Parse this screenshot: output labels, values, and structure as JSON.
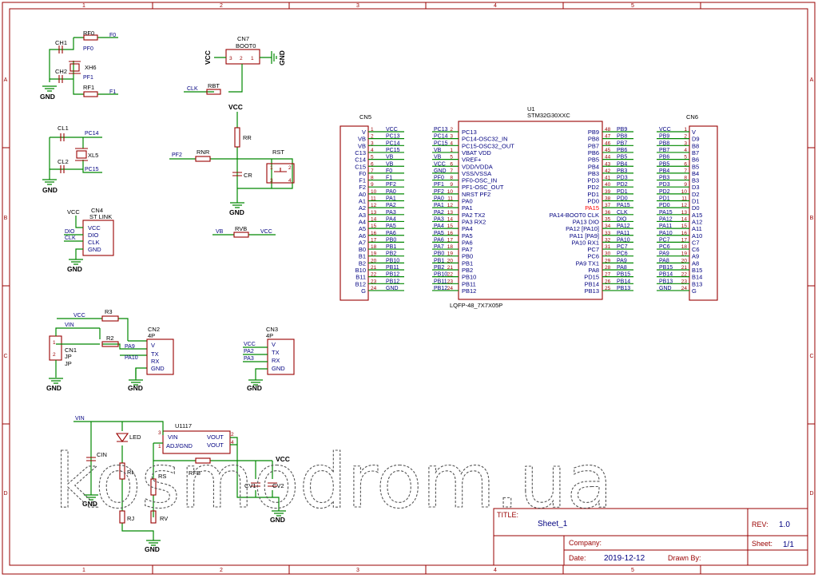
{
  "frame": {
    "columns": [
      "1",
      "2",
      "3",
      "4",
      "5"
    ],
    "rows": [
      "A",
      "B",
      "C",
      "D"
    ]
  },
  "title_block": {
    "title_label": "TITLE:",
    "title": "Sheet_1",
    "rev_label": "REV:",
    "rev": "1.0",
    "company_label": "Company:",
    "company": "",
    "sheet_label": "Sheet:",
    "sheet": "1/1",
    "date_label": "Date:",
    "date": "2019-12-12",
    "drawn_label": "Drawn By:",
    "drawn": ""
  },
  "watermark": "kosmodrom.ua",
  "crystal": {
    "refs": [
      "RF0",
      "CH1",
      "XH6",
      "CH2",
      "RF1"
    ],
    "nets": [
      "F0",
      "F1",
      "PF0",
      "PF1"
    ],
    "gnd": "GND"
  },
  "crystal32": {
    "refs": [
      "CL1",
      "XL5",
      "CL2"
    ],
    "nets": [
      "PC14",
      "PC15"
    ],
    "gnd": "GND"
  },
  "boot": {
    "ref": "CN7",
    "name": "BOOT0",
    "pins": [
      "3",
      "2",
      "1"
    ],
    "vcc": "VCC",
    "gnd": "GND",
    "res": "RBT",
    "net": "CLK"
  },
  "reset": {
    "vcc": "VCC",
    "rr": "RR",
    "cr": "CR",
    "rnr": "RNR",
    "net": "PF2",
    "button": "RST",
    "pins": [
      "1",
      "2",
      "3",
      "4"
    ],
    "gnd": "GND"
  },
  "rvb": {
    "left": "VB",
    "ref": "RVB",
    "right": "VCC"
  },
  "stlink": {
    "ref": "CN4",
    "name": "ST LINK",
    "vcc_in": "VCC",
    "nets": [
      "DIO",
      "CLK"
    ],
    "pins": [
      "VCC",
      "DIO",
      "CLK",
      "GND"
    ],
    "gnd": "GND"
  },
  "u1": {
    "ref": "U1",
    "part": "STM32G30XXC",
    "package": "LQFP-48_7X7X05P",
    "left": [
      {
        "name": "PC13",
        "num": "2",
        "net": "PC13"
      },
      {
        "name": "PC14-OSC32_IN",
        "num": "3",
        "net": "PC14"
      },
      {
        "name": "PC15-OSC32_OUT",
        "num": "4",
        "net": "PC15"
      },
      {
        "name": "VBAT VDD",
        "num": "1",
        "net": "VB"
      },
      {
        "name": "VREF+",
        "num": "5",
        "net": "VB"
      },
      {
        "name": "VDD/VDDA",
        "num": "6",
        "net": "VCC"
      },
      {
        "name": "VSS/VSSA",
        "num": "7",
        "net": "GND"
      },
      {
        "name": "PF0-OSC_IN",
        "num": "8",
        "net": "PF0"
      },
      {
        "name": "PF1-OSC_OUT",
        "num": "9",
        "net": "PF1"
      },
      {
        "name": "NRST PF2",
        "num": "10",
        "net": "PF2"
      },
      {
        "name": "PA0",
        "num": "11",
        "net": "PA0"
      },
      {
        "name": "PA1",
        "num": "12",
        "net": "PA1"
      },
      {
        "name": "PA2 TX2",
        "num": "13",
        "net": "PA2"
      },
      {
        "name": "PA3 RX2",
        "num": "14",
        "net": "PA3"
      },
      {
        "name": "PA4",
        "num": "15",
        "net": "PA4"
      },
      {
        "name": "PA5",
        "num": "16",
        "net": "PA5"
      },
      {
        "name": "PA6",
        "num": "17",
        "net": "PA6"
      },
      {
        "name": "PA7",
        "num": "18",
        "net": "PA7"
      },
      {
        "name": "PB0",
        "num": "19",
        "net": "PB0"
      },
      {
        "name": "PB1",
        "num": "20",
        "net": "PB1"
      },
      {
        "name": "PB2",
        "num": "21",
        "net": "PB2"
      },
      {
        "name": "PB10",
        "num": "22",
        "net": "PB10"
      },
      {
        "name": "PB11",
        "num": "23",
        "net": "PB11"
      },
      {
        "name": "PB12",
        "num": "24",
        "net": "PB12"
      }
    ],
    "right": [
      {
        "name": "PB9",
        "num": "48",
        "net": "PB9"
      },
      {
        "name": "PB8",
        "num": "47",
        "net": "PB8"
      },
      {
        "name": "PB7",
        "num": "46",
        "net": "PB7"
      },
      {
        "name": "PB6",
        "num": "45",
        "net": "PB6"
      },
      {
        "name": "PB5",
        "num": "44",
        "net": "PB5"
      },
      {
        "name": "PB4",
        "num": "43",
        "net": "PB4"
      },
      {
        "name": "PB3",
        "num": "42",
        "net": "PB3"
      },
      {
        "name": "PD3",
        "num": "41",
        "net": "PD3"
      },
      {
        "name": "PD2",
        "num": "40",
        "net": "PD2"
      },
      {
        "name": "PD1",
        "num": "39",
        "net": "PD1"
      },
      {
        "name": "PD0",
        "num": "38",
        "net": "PD0"
      },
      {
        "name": "PA15",
        "num": "37",
        "net": "PA15"
      },
      {
        "name": "PA14-BOOT0 CLK",
        "num": "36",
        "net": "CLK"
      },
      {
        "name": "PA13 DIO",
        "num": "35",
        "net": "DIO"
      },
      {
        "name": "PA12 [PA10]",
        "num": "34",
        "net": "PA12"
      },
      {
        "name": "PA11 [PA9]",
        "num": "33",
        "net": "PA11"
      },
      {
        "name": "PA10 RX1",
        "num": "32",
        "net": "PA10"
      },
      {
        "name": "PC7",
        "num": "31",
        "net": "PC7"
      },
      {
        "name": "PC6",
        "num": "30",
        "net": "PC6"
      },
      {
        "name": "PA9 TX1",
        "num": "29",
        "net": "PA9"
      },
      {
        "name": "PA8",
        "num": "28",
        "net": "PA8"
      },
      {
        "name": "PD15",
        "num": "27",
        "net": "PB15"
      },
      {
        "name": "PB14",
        "num": "26",
        "net": "PB14"
      },
      {
        "name": "PB13",
        "num": "25",
        "net": "PB13"
      }
    ]
  },
  "cn5": {
    "ref": "CN5",
    "rows": [
      {
        "label": "V",
        "num": "1",
        "net": "VCC"
      },
      {
        "label": "VB",
        "num": "2",
        "net": "PC13"
      },
      {
        "label": "VB",
        "num": "3",
        "net": "PC14"
      },
      {
        "label": "C13",
        "num": "4",
        "net": "PC15"
      },
      {
        "label": "C14",
        "num": "5",
        "net": "VB"
      },
      {
        "label": "C15",
        "num": "6",
        "net": "VB"
      },
      {
        "label": "F0",
        "num": "7",
        "net": "F0"
      },
      {
        "label": "F1",
        "num": "8",
        "net": "F1"
      },
      {
        "label": "F2",
        "num": "9",
        "net": "PF2"
      },
      {
        "label": "A0",
        "num": "10",
        "net": "PA0"
      },
      {
        "label": "A1",
        "num": "11",
        "net": "PA1"
      },
      {
        "label": "A2",
        "num": "12",
        "net": "PA2"
      },
      {
        "label": "A3",
        "num": "13",
        "net": "PA3"
      },
      {
        "label": "A4",
        "num": "14",
        "net": "PA4"
      },
      {
        "label": "A5",
        "num": "15",
        "net": "PA5"
      },
      {
        "label": "A6",
        "num": "16",
        "net": "PA6"
      },
      {
        "label": "A7",
        "num": "17",
        "net": "PB0"
      },
      {
        "label": "B0",
        "num": "18",
        "net": "PB1"
      },
      {
        "label": "B1",
        "num": "19",
        "net": "PB2"
      },
      {
        "label": "B2",
        "num": "20",
        "net": "PB10"
      },
      {
        "label": "B10",
        "num": "21",
        "net": "PB11"
      },
      {
        "label": "B11",
        "num": "22",
        "net": "PB12"
      },
      {
        "label": "B12",
        "num": "23",
        "net": "PB12"
      },
      {
        "label": "G",
        "num": "24",
        "net": "GND"
      }
    ]
  },
  "cn6": {
    "ref": "CN6",
    "rows": [
      {
        "label": "V",
        "num": "1",
        "net": "VCC"
      },
      {
        "label": "D9",
        "num": "2",
        "net": "PB9"
      },
      {
        "label": "B8",
        "num": "3",
        "net": "PB8"
      },
      {
        "label": "B7",
        "num": "4",
        "net": "PB7"
      },
      {
        "label": "B6",
        "num": "5",
        "net": "PB6"
      },
      {
        "label": "B5",
        "num": "6",
        "net": "PB5"
      },
      {
        "label": "B4",
        "num": "7",
        "net": "PB4"
      },
      {
        "label": "B3",
        "num": "8",
        "net": "PB3"
      },
      {
        "label": "D3",
        "num": "9",
        "net": "PD3"
      },
      {
        "label": "D2",
        "num": "10",
        "net": "PD2"
      },
      {
        "label": "D1",
        "num": "11",
        "net": "PD1"
      },
      {
        "label": "D0",
        "num": "12",
        "net": "PD0"
      },
      {
        "label": "A15",
        "num": "13",
        "net": "PA15"
      },
      {
        "label": "A12",
        "num": "14",
        "net": "PA12"
      },
      {
        "label": "A11",
        "num": "15",
        "net": "PA11"
      },
      {
        "label": "A10",
        "num": "16",
        "net": "PA10"
      },
      {
        "label": "C7",
        "num": "17",
        "net": "PC7"
      },
      {
        "label": "C6",
        "num": "18",
        "net": "PC6"
      },
      {
        "label": "A9",
        "num": "19",
        "net": "PA9"
      },
      {
        "label": "A8",
        "num": "20",
        "net": "PA8"
      },
      {
        "label": "B15",
        "num": "21",
        "net": "PB15"
      },
      {
        "label": "B14",
        "num": "22",
        "net": "PB14"
      },
      {
        "label": "B13",
        "num": "23",
        "net": "PB13"
      },
      {
        "label": "G",
        "num": "24",
        "net": "GND"
      }
    ]
  },
  "jp": {
    "jp_ref": "CN1",
    "jp_name": "JP",
    "jp_sub": "JP",
    "pins": [
      "1",
      "2"
    ],
    "vin": "VIN",
    "vcc": "VCC",
    "r3": "R3",
    "r2": "R2",
    "gnd": "GND"
  },
  "cn2": {
    "ref": "CN2",
    "type": "4P",
    "pins": [
      "V",
      "TX",
      "RX",
      "GND"
    ],
    "nets": [
      "PA9",
      "PA10"
    ],
    "gnd": "GND"
  },
  "cn3": {
    "ref": "CN3",
    "type": "4P",
    "pins": [
      "V",
      "TX",
      "RX",
      "GND"
    ],
    "nets": [
      "VCC",
      "PA2",
      "PA3"
    ],
    "gnd": "GND"
  },
  "power": {
    "vin": "VIN",
    "vcc": "VCC",
    "reg_ref": "U1117",
    "reg_pins": [
      "VIN",
      "ADJ/GND",
      "VOUT",
      "VOUT"
    ],
    "reg_nums": [
      "3",
      "1",
      "2",
      "4"
    ],
    "led": "LED",
    "cin": "CIN",
    "rl": "RL",
    "rs": "RS",
    "rj": "RJ",
    "rv": "RV",
    "rfb": "RFB",
    "cv1": "CV1",
    "cv2": "CV2",
    "gnd": "GND"
  }
}
